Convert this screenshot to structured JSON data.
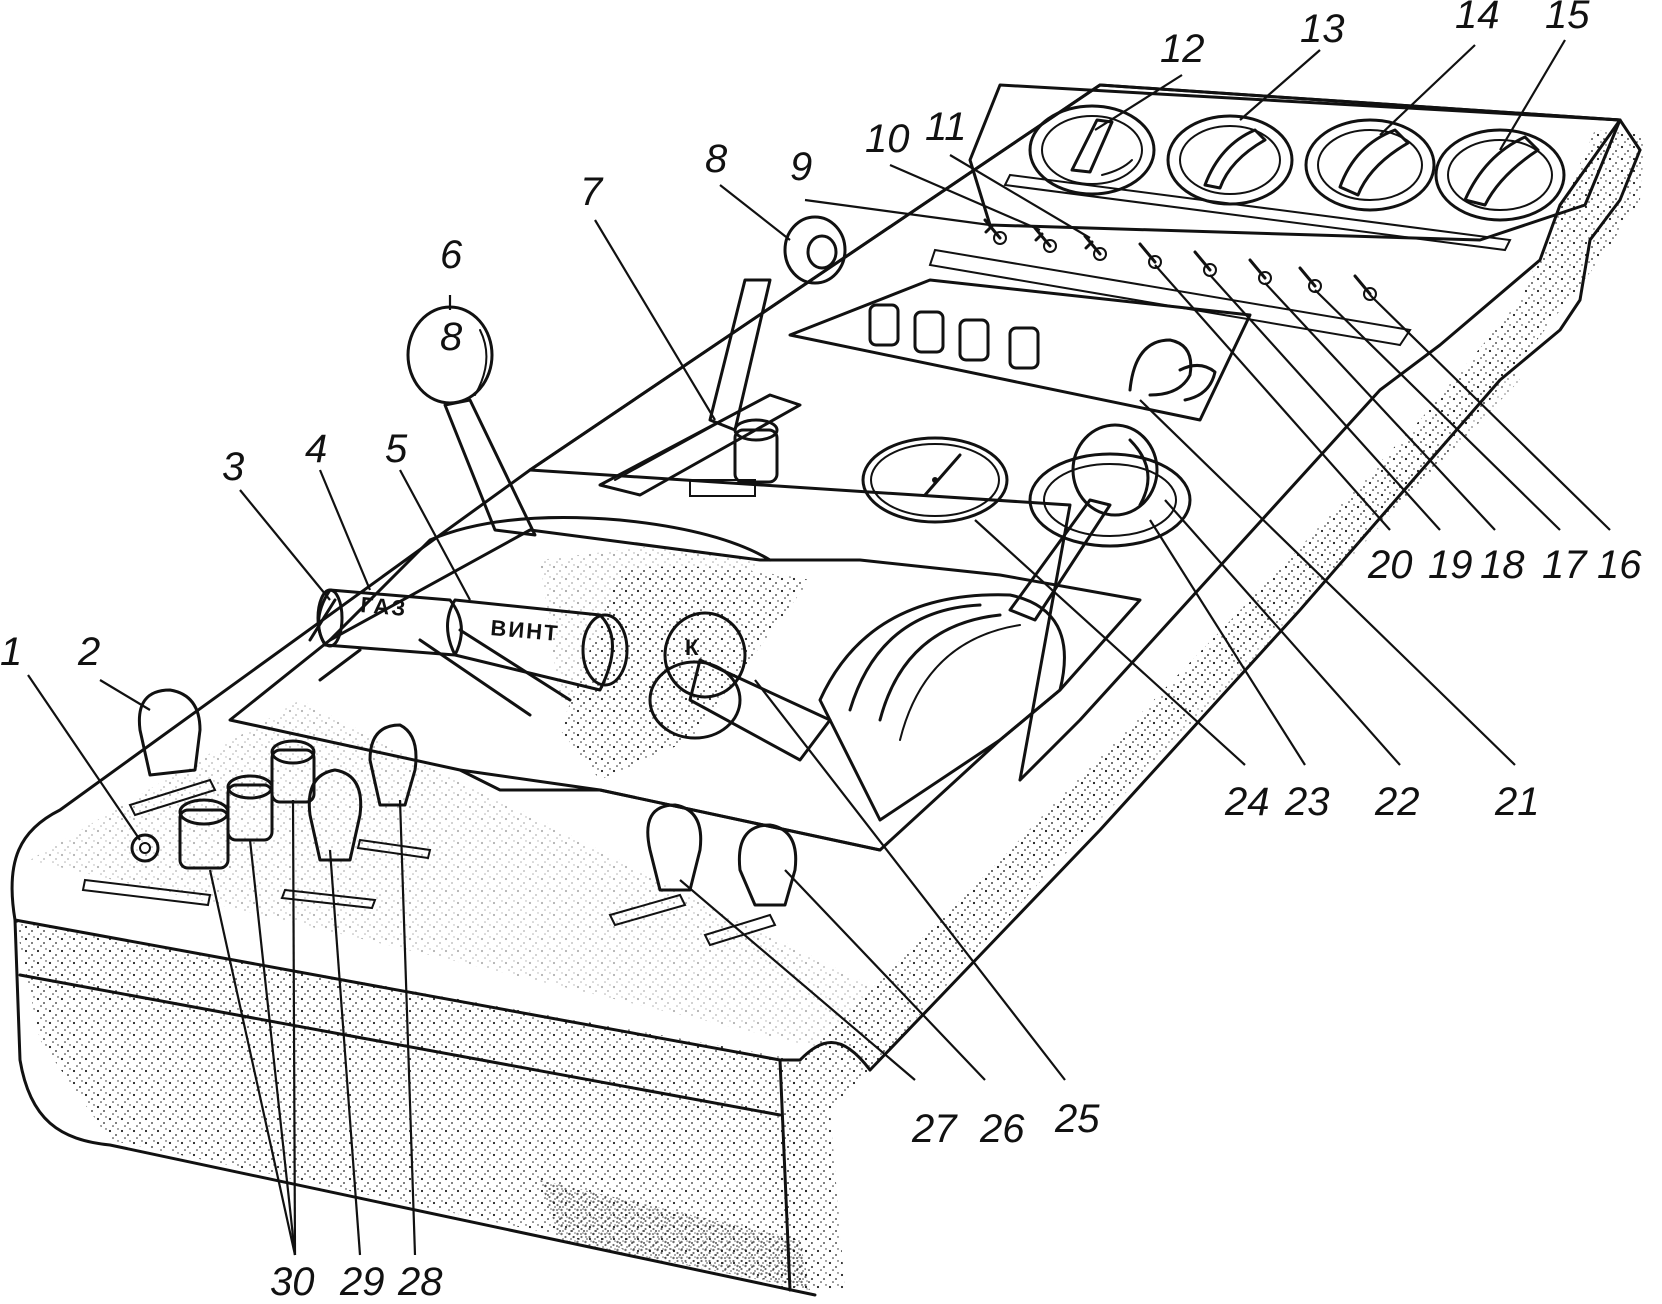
{
  "figure": {
    "lever_labels": {
      "throttle": "ГАЗ",
      "propeller": "ВИНТ",
      "knob_6": "8",
      "knob_k": "К"
    },
    "callouts": [
      {
        "id": "c1",
        "number": "1"
      },
      {
        "id": "c2",
        "number": "2"
      },
      {
        "id": "c3",
        "number": "3"
      },
      {
        "id": "c4",
        "number": "4"
      },
      {
        "id": "c5",
        "number": "5"
      },
      {
        "id": "c6",
        "number": "6"
      },
      {
        "id": "c7",
        "number": "7"
      },
      {
        "id": "c8",
        "number": "8"
      },
      {
        "id": "c9",
        "number": "9"
      },
      {
        "id": "c10",
        "number": "10"
      },
      {
        "id": "c11",
        "number": "11"
      },
      {
        "id": "c12",
        "number": "12"
      },
      {
        "id": "c13",
        "number": "13"
      },
      {
        "id": "c14",
        "number": "14"
      },
      {
        "id": "c15",
        "number": "15"
      },
      {
        "id": "c16",
        "number": "16"
      },
      {
        "id": "c17",
        "number": "17"
      },
      {
        "id": "c18",
        "number": "18"
      },
      {
        "id": "c19",
        "number": "19"
      },
      {
        "id": "c20",
        "number": "20"
      },
      {
        "id": "c21",
        "number": "21"
      },
      {
        "id": "c22",
        "number": "22"
      },
      {
        "id": "c23",
        "number": "23"
      },
      {
        "id": "c24",
        "number": "24"
      },
      {
        "id": "c25",
        "number": "25"
      },
      {
        "id": "c26",
        "number": "26"
      },
      {
        "id": "c27",
        "number": "27"
      },
      {
        "id": "c28",
        "number": "28"
      },
      {
        "id": "c29",
        "number": "29"
      },
      {
        "id": "c30",
        "number": "30"
      }
    ]
  }
}
